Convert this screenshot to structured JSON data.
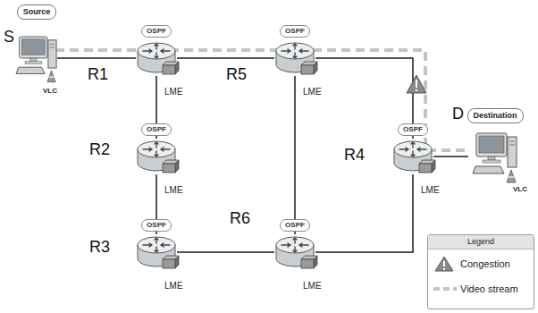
{
  "diagram": {
    "nodes": [
      {
        "text": [
          "Source",
          "S",
          "VLC"
        ]
      },
      {
        "text": [
          "OSPF",
          "R1",
          "LME"
        ]
      },
      {
        "text": [
          "OSPF",
          "R5",
          "LME"
        ]
      },
      {
        "text": [
          "OSPF",
          "R2",
          "LME"
        ]
      },
      {
        "text": [
          "OSPF",
          "R4",
          "LME"
        ]
      },
      {
        "text": [
          "Destination",
          "D",
          "VLC"
        ]
      },
      {
        "text": [
          "OSPF",
          "R3",
          "LME"
        ]
      },
      {
        "text": [
          "OSPF",
          "R6",
          "LME"
        ]
      }
    ],
    "edges": [
      {
        "from": 0,
        "to": 1,
        "arrow": "none"
      },
      {
        "from": 1,
        "to": 2,
        "arrow": "none"
      },
      {
        "from": 1,
        "to": 3,
        "arrow": "none"
      },
      {
        "from": 2,
        "to": 4,
        "arrow": "none"
      },
      {
        "from": 2,
        "to": 7,
        "arrow": "none"
      },
      {
        "from": 3,
        "to": 6,
        "arrow": "none"
      },
      {
        "from": 6,
        "to": 7,
        "arrow": "none"
      },
      {
        "from": 7,
        "to": 4,
        "arrow": "none"
      },
      {
        "from": 4,
        "to": 5,
        "arrow": "none"
      }
    ],
    "labels": [
      "Legend"
    ],
    "legend": [
      {
        "text": "Congestion"
      },
      {
        "text": "Video stream"
      }
    ]
  }
}
